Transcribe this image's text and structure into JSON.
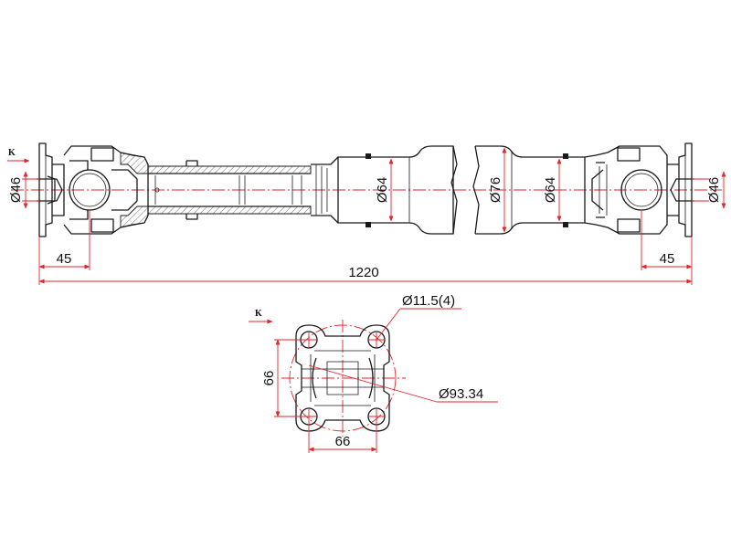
{
  "shaft_drawing": {
    "section_marker": "K",
    "diameter_left_flange": "Ø46",
    "diameter_tube_left": "Ø64",
    "diameter_tube_center": "Ø76",
    "diameter_tube_right": "Ø64",
    "diameter_right_flange": "Ø46",
    "flange_width_left": "45",
    "flange_width_right": "45",
    "overall_length": "1220"
  },
  "flange_view": {
    "section_marker": "K",
    "bolt_holes": "Ø11.5(4)",
    "bolt_circle": "Ø93.34",
    "height": "66",
    "width": "66"
  },
  "colors": {
    "outline": "#1a1a1a",
    "dimension": "#e0262b",
    "background": "#ffffff"
  }
}
